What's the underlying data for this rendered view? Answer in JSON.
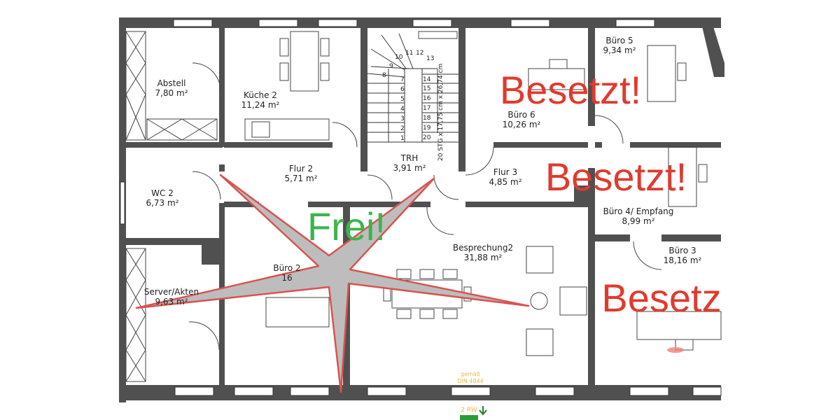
{
  "rooms": [
    {
      "name": "Abstell",
      "area": "7,80 m²"
    },
    {
      "name": "Küche 2",
      "area": "11,24 m²"
    },
    {
      "name": "TRH",
      "area": "3,91 m²"
    },
    {
      "name": "Büro 6",
      "area": "10,26 m²"
    },
    {
      "name": "Büro 5",
      "area": "9,34 m²"
    },
    {
      "name": "WC 2",
      "area": "6,73 m²"
    },
    {
      "name": "Flur 2",
      "area": "5,71 m²"
    },
    {
      "name": "Flur 3",
      "area": "4,85 m²"
    },
    {
      "name": "Büro 4/ Empfang",
      "area": "8,99 m²"
    },
    {
      "name": "Server/Akten",
      "area": "9,63 m²"
    },
    {
      "name": "Büro 2",
      "area": "16"
    },
    {
      "name": "Besprechung2",
      "area": "31,88 m²"
    },
    {
      "name": "Büro 3",
      "area": "18,16 m²"
    }
  ],
  "stairs": {
    "label": "20 STG x 17,75 cm x 26,74 cm",
    "steps": [
      "1",
      "2",
      "3",
      "4",
      "5",
      "6",
      "7",
      "8",
      "9",
      "10",
      "11",
      "12",
      "13",
      "14",
      "15",
      "16",
      "17",
      "18",
      "19",
      "20"
    ]
  },
  "status": {
    "free": {
      "text": "Frei!",
      "color": "#3cb44b"
    },
    "occupied": [
      {
        "text": "Besetzt!"
      },
      {
        "text": "Besetzt!"
      },
      {
        "text": "Besetz"
      }
    ],
    "occupied_color": "#e03a2f"
  },
  "exit": {
    "note_line1": "gemäß",
    "note_line2": "DIN 4844",
    "label": "2 RW",
    "note_color": "#e8b84a"
  },
  "colors": {
    "wall": "#505050",
    "marker_fill": "#bdbdbd",
    "marker_stroke": "#d9534f"
  }
}
